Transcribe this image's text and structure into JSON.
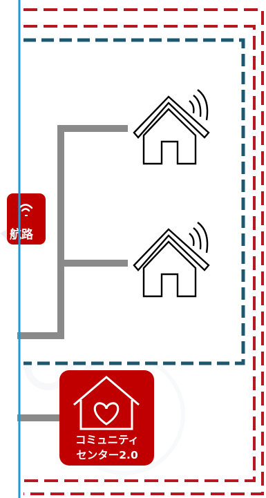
{
  "nodes": {
    "partial_badge": {
      "label_line2": "航路"
    },
    "community_center": {
      "label_line1": "コミュニティ",
      "label_line2": "センター2.0"
    },
    "houses": [
      {
        "wifi": true
      },
      {
        "wifi": true
      }
    ]
  },
  "colors": {
    "red_border": "#b41820",
    "teal_border": "#1d5870",
    "blue_line": "#1e9ad6",
    "connector": "#8a8a8a",
    "badge_fill": "#c00000",
    "icon_white": "#ffffff"
  },
  "icons": [
    "house-wifi-icon",
    "heart-house-icon",
    "wifi-icon"
  ]
}
